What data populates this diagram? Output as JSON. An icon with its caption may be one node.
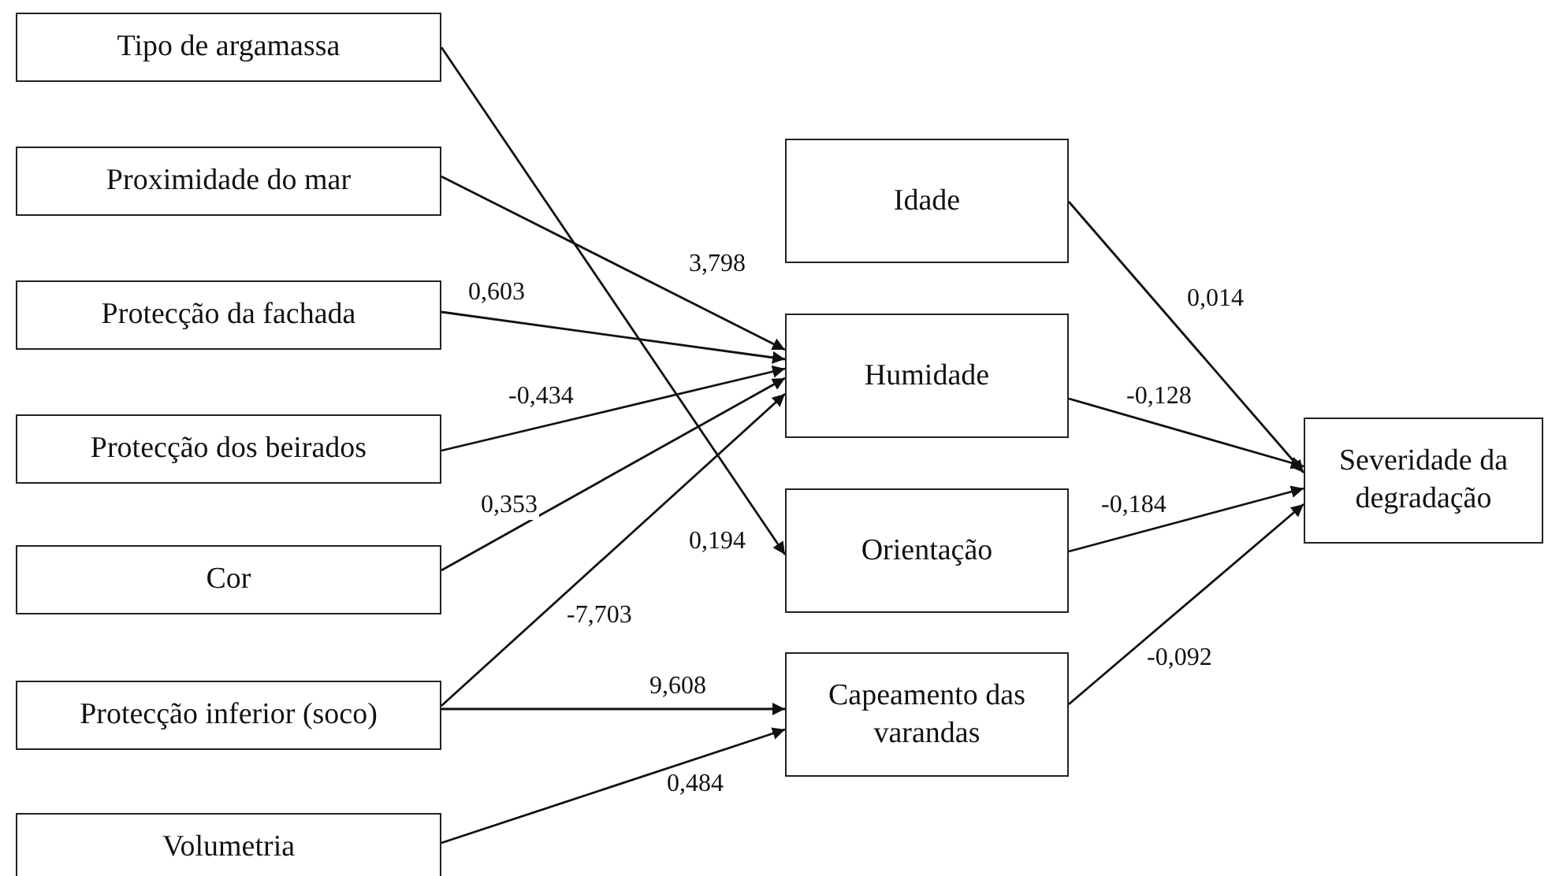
{
  "diagram": {
    "nodes": [
      {
        "text": [
          "Tipo de argamassa"
        ]
      },
      {
        "text": [
          "Proximidade do mar"
        ]
      },
      {
        "text": [
          "Protecção da fachada"
        ]
      },
      {
        "text": [
          "Protecção dos beirados"
        ]
      },
      {
        "text": [
          "Cor"
        ]
      },
      {
        "text": [
          "Protecção inferior (soco)"
        ]
      },
      {
        "text": [
          "Volumetria"
        ]
      },
      {
        "text": [
          "Idade"
        ]
      },
      {
        "text": [
          "Humidade"
        ]
      },
      {
        "text": [
          "Orientação"
        ]
      },
      {
        "text": [
          "Capeamento das varandas"
        ]
      },
      {
        "text": [
          "Severidade da degradação"
        ]
      }
    ],
    "edges": [
      {
        "from": 0,
        "to": 9,
        "arrow": "to",
        "label": "0,194"
      },
      {
        "from": 1,
        "to": 8,
        "arrow": "to",
        "label": "3,798"
      },
      {
        "from": 2,
        "to": 8,
        "arrow": "to",
        "label": "0,603"
      },
      {
        "from": 3,
        "to": 8,
        "arrow": "to",
        "label": "-0,434"
      },
      {
        "from": 4,
        "to": 8,
        "arrow": "to",
        "label": "0,353"
      },
      {
        "from": 5,
        "to": 8,
        "arrow": "to",
        "label": "-7,703"
      },
      {
        "from": 5,
        "to": 10,
        "arrow": "to",
        "label": "9,608"
      },
      {
        "from": 6,
        "to": 10,
        "arrow": "to",
        "label": "0,484"
      },
      {
        "from": 7,
        "to": 11,
        "arrow": "to",
        "label": "0,014"
      },
      {
        "from": 8,
        "to": 11,
        "arrow": "to",
        "label": "-0,128"
      },
      {
        "from": 9,
        "to": 11,
        "arrow": "to",
        "label": "-0,184"
      },
      {
        "from": 10,
        "to": 11,
        "arrow": "to",
        "label": "-0,092"
      }
    ]
  }
}
